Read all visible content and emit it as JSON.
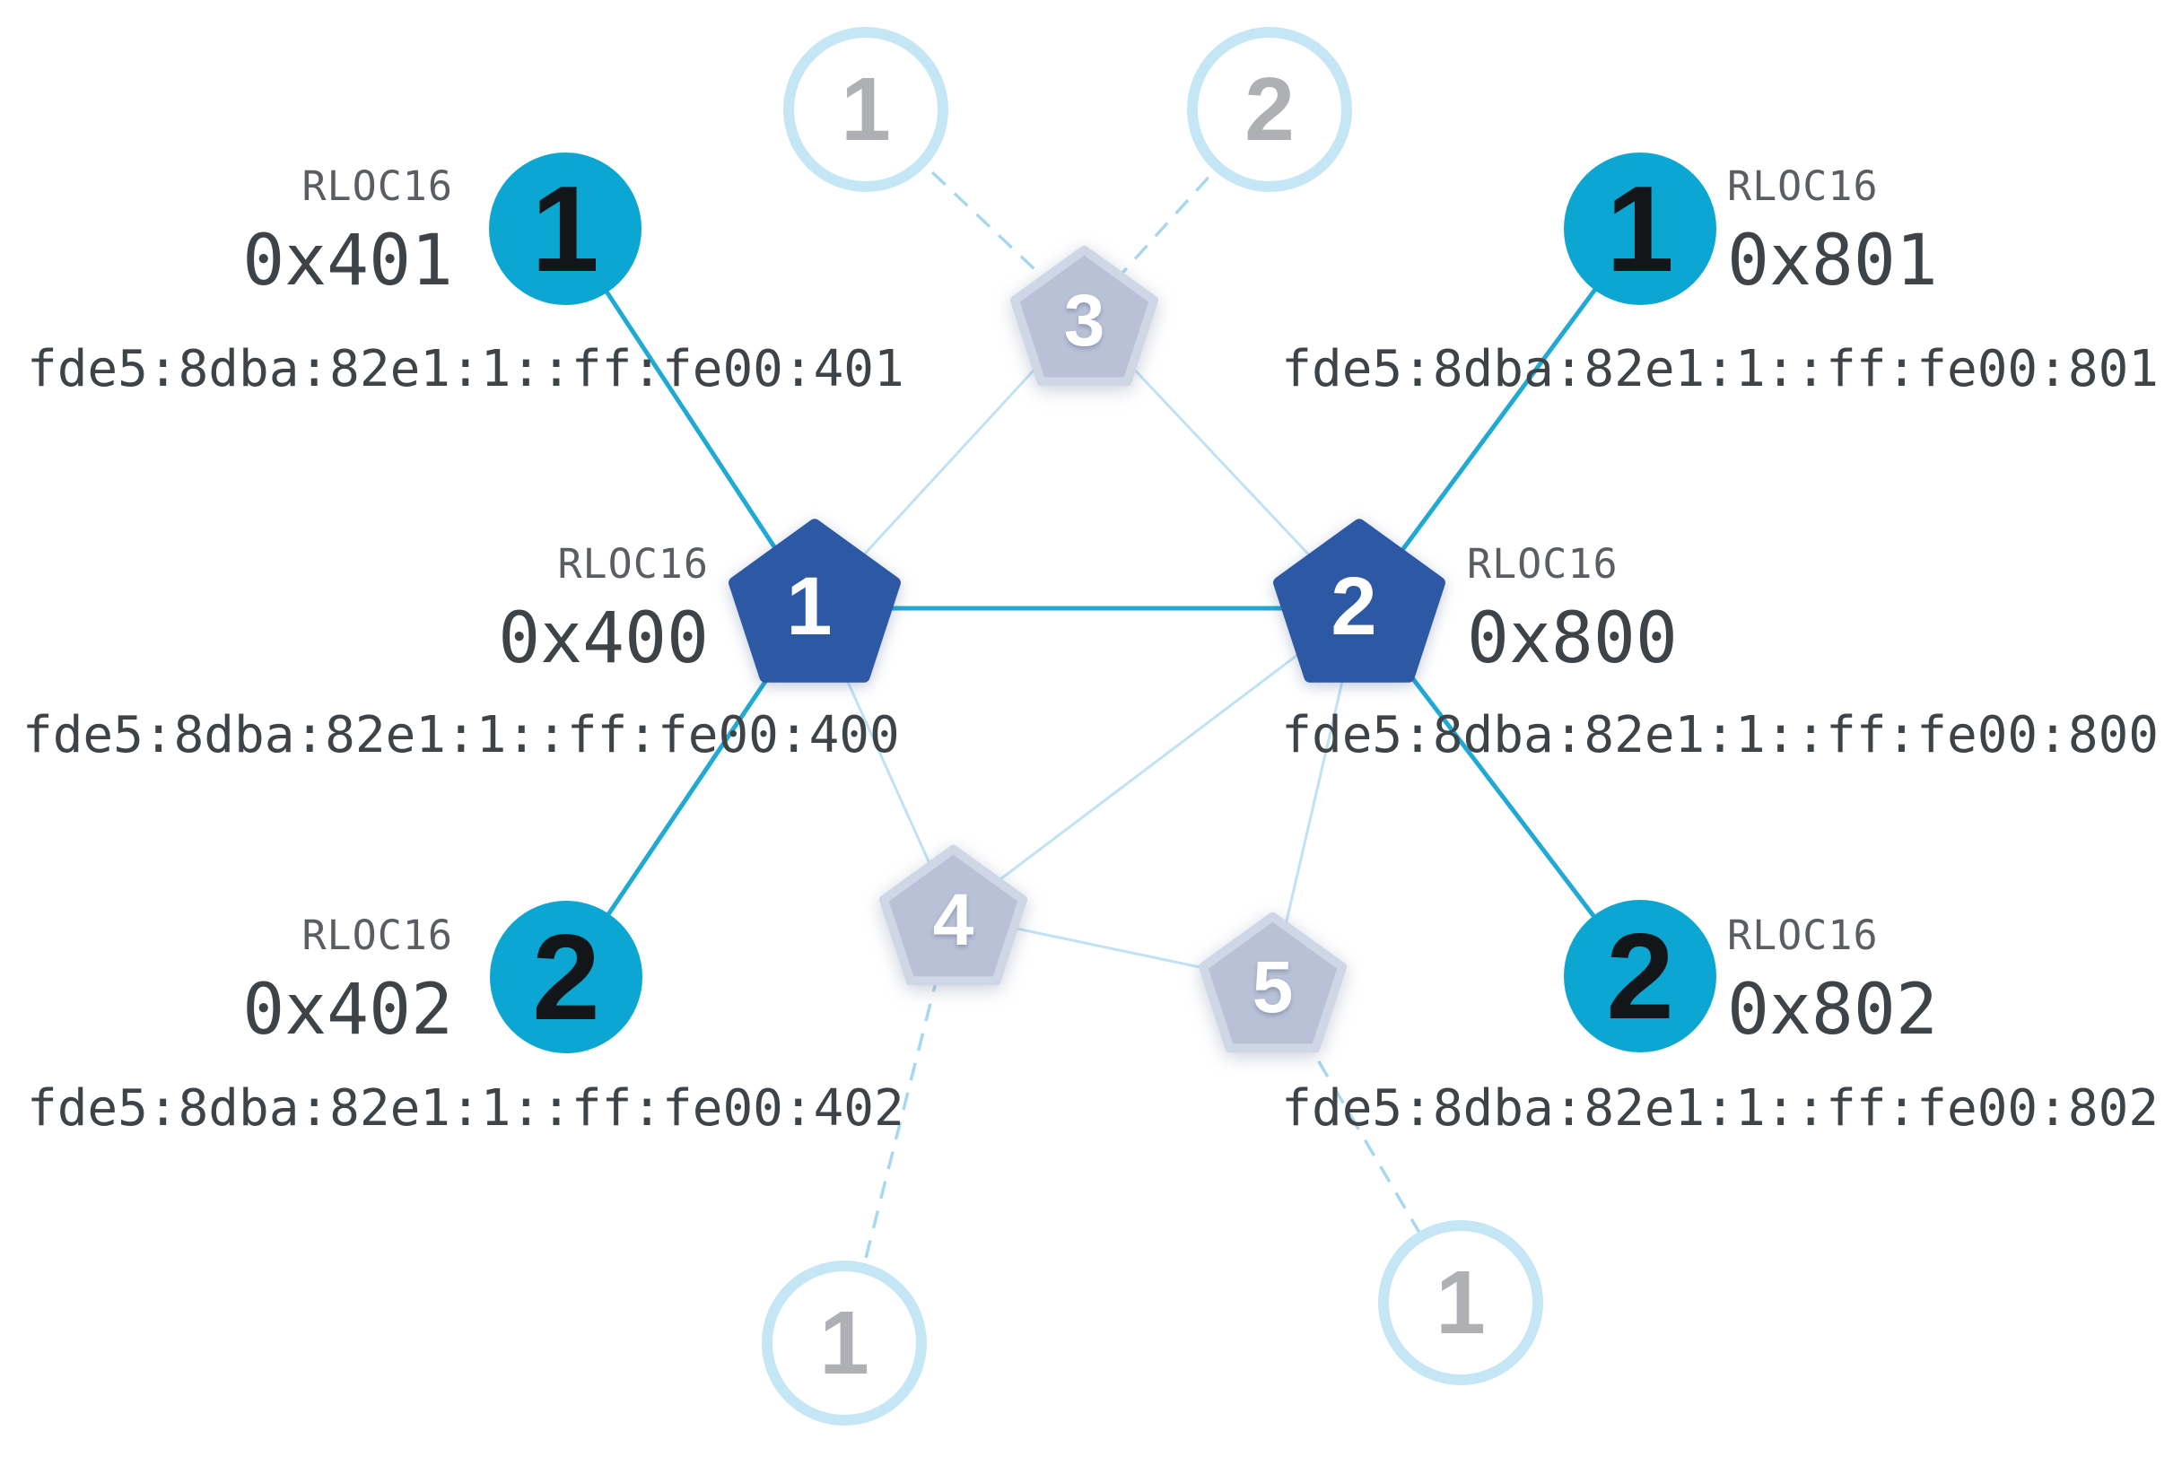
{
  "colors": {
    "background": "#ffffff",
    "router_fill": "#2d58a3",
    "child_fill": "#0ca6d2",
    "active_link": "#20a9d4",
    "inactive_link": "#bfe3f4",
    "dashed_link": "#a8d8ee",
    "inactive_ring": "#c5e6f4",
    "inactive_fill": "#b8c1d6",
    "inactive_stroke": "#cfd6e6",
    "inactive_digit": "#aeb0b3",
    "label_muted": "#5a5e63",
    "label_dark": "#3e4347"
  },
  "nodes": {
    "router_1": {
      "digit": "1",
      "rloc_label": "RLOC16",
      "rloc_value": "0x400",
      "ipv6": "fde5:8dba:82e1:1::ff:fe00:400"
    },
    "router_2": {
      "digit": "2",
      "rloc_label": "RLOC16",
      "rloc_value": "0x800",
      "ipv6": "fde5:8dba:82e1:1::ff:fe00:800"
    },
    "child_401": {
      "digit": "1",
      "rloc_label": "RLOC16",
      "rloc_value": "0x401",
      "ipv6": "fde5:8dba:82e1:1::ff:fe00:401"
    },
    "child_801": {
      "digit": "1",
      "rloc_label": "RLOC16",
      "rloc_value": "0x801",
      "ipv6": "fde5:8dba:82e1:1::ff:fe00:801"
    },
    "child_402": {
      "digit": "2",
      "rloc_label": "RLOC16",
      "rloc_value": "0x402",
      "ipv6": "fde5:8dba:82e1:1::ff:fe00:402"
    },
    "child_802": {
      "digit": "2",
      "rloc_label": "RLOC16",
      "rloc_value": "0x802",
      "ipv6": "fde5:8dba:82e1:1::ff:fe00:802"
    },
    "inactive_router_3": {
      "digit": "3"
    },
    "inactive_router_4": {
      "digit": "4"
    },
    "inactive_router_5": {
      "digit": "5"
    },
    "inactive_child_top_1": {
      "digit": "1"
    },
    "inactive_child_top_2": {
      "digit": "2"
    },
    "inactive_child_bottom_left": {
      "digit": "1"
    },
    "inactive_child_bottom_right": {
      "digit": "1"
    }
  }
}
